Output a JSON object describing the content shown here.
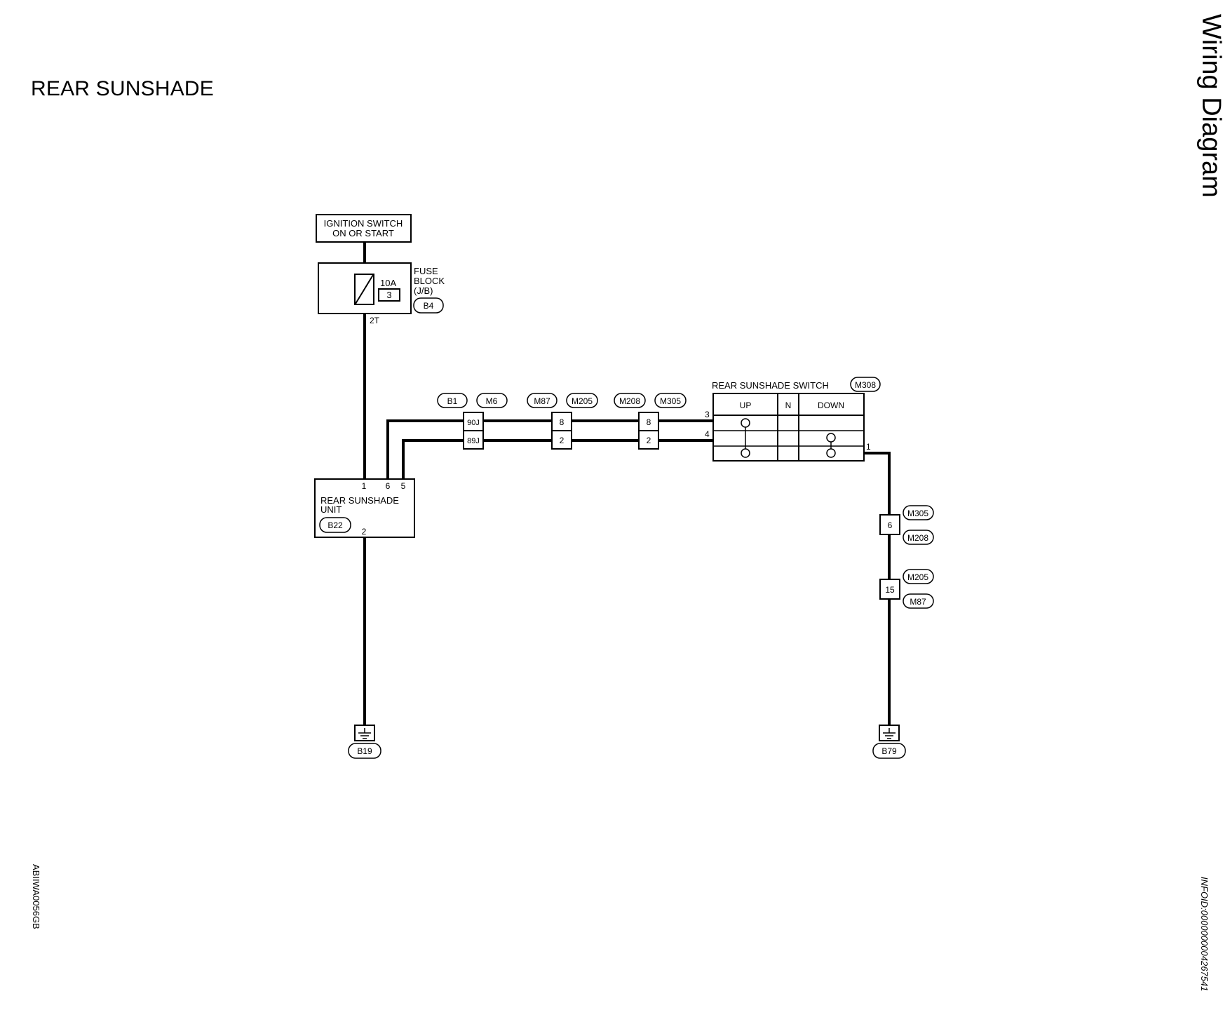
{
  "page": {
    "title": "REAR SUNSHADE",
    "side_title": "Wiring Diagram",
    "figure_code": "ABIIWA0056GB",
    "info_id": "INFOID:0000000004267541"
  },
  "ignition": {
    "line1": "IGNITION SWITCH",
    "line2": "ON OR START"
  },
  "fuse": {
    "amperage": "10A",
    "number": "3",
    "label_line1": "FUSE",
    "label_line2": "BLOCK",
    "label_line3": "(J/B)",
    "connector": "B4",
    "terminal": "2T"
  },
  "unit": {
    "label_line1": "REAR SUNSHADE",
    "label_line2": "UNIT",
    "connector": "B22",
    "pins": [
      "1",
      "6",
      "5"
    ],
    "ground_pin": "2"
  },
  "connectors": {
    "pair1": [
      "B1",
      "M6"
    ],
    "pair2": [
      "M87",
      "M205"
    ],
    "pair3": [
      "M208",
      "M305"
    ],
    "j1_top": "90J",
    "j1_bottom": "89J",
    "j2_top": "8",
    "j2_bottom": "2",
    "j3_top": "8",
    "j3_bottom": "2"
  },
  "switch": {
    "title": "REAR SUNSHADE SWITCH",
    "connector": "M308",
    "headers": [
      "UP",
      "N",
      "DOWN"
    ],
    "pin_top": "3",
    "pin_mid": "4",
    "pin_out": "1"
  },
  "right_joints": {
    "upper_value": "6",
    "upper_labels": [
      "M305",
      "M208"
    ],
    "lower_value": "15",
    "lower_labels": [
      "M205",
      "M87"
    ]
  },
  "grounds": {
    "left": "B19",
    "right": "B79"
  }
}
